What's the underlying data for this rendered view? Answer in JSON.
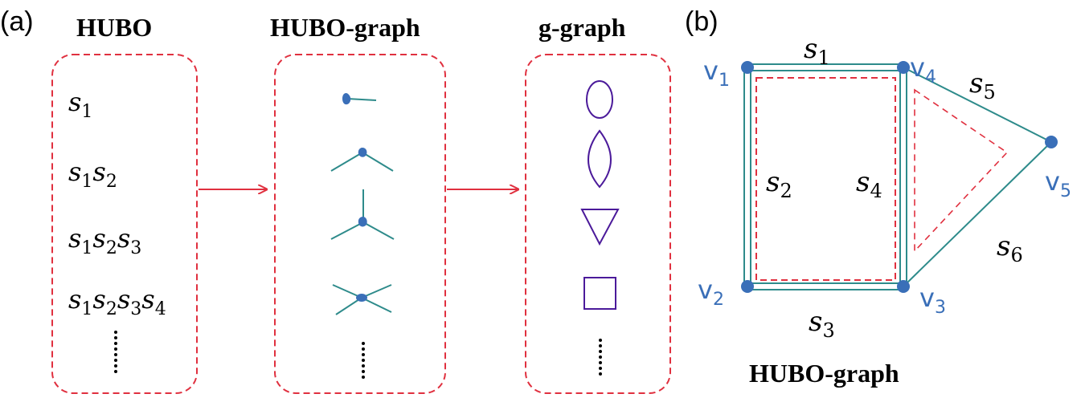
{
  "panel_a": {
    "label": "(a)",
    "columns": [
      {
        "title": "HUBO"
      },
      {
        "title": "HUBO-graph"
      },
      {
        "title": "g-graph"
      }
    ],
    "hubo_terms": [
      [
        {
          "v": "s",
          "s": "1"
        }
      ],
      [
        {
          "v": "s",
          "s": "1"
        },
        {
          "v": "s",
          "s": "2"
        }
      ],
      [
        {
          "v": "s",
          "s": "1"
        },
        {
          "v": "s",
          "s": "2"
        },
        {
          "v": "s",
          "s": "3"
        }
      ],
      [
        {
          "v": "s",
          "s": "1"
        },
        {
          "v": "s",
          "s": "2"
        },
        {
          "v": "s",
          "s": "3"
        },
        {
          "v": "s",
          "s": "4"
        }
      ]
    ],
    "g_graph_shapes": [
      "ellipse",
      "lens",
      "down-triangle",
      "square"
    ]
  },
  "panel_b": {
    "label": "(b)",
    "caption": "HUBO-graph",
    "vertices": [
      {
        "id": "v1",
        "base": "v",
        "sub": "1"
      },
      {
        "id": "v2",
        "base": "v",
        "sub": "2"
      },
      {
        "id": "v3",
        "base": "v",
        "sub": "3"
      },
      {
        "id": "v4",
        "base": "v",
        "sub": "4"
      },
      {
        "id": "v5",
        "base": "v",
        "sub": "5"
      }
    ],
    "edges": [
      {
        "from": "v1",
        "to": "v4",
        "base": "s",
        "sub": "1"
      },
      {
        "from": "v1",
        "to": "v2",
        "base": "s",
        "sub": "2"
      },
      {
        "from": "v2",
        "to": "v3",
        "base": "s",
        "sub": "3"
      },
      {
        "from": "v4",
        "to": "v3",
        "base": "s",
        "sub": "4"
      },
      {
        "from": "v4",
        "to": "v5",
        "base": "s",
        "sub": "5"
      },
      {
        "from": "v3",
        "to": "v5",
        "base": "s",
        "sub": "6"
      }
    ]
  },
  "colors": {
    "edge": "#2e8b8b",
    "node": "#3a6fb8",
    "dashed_box": "#e0303f",
    "arrow": "#e0303f",
    "g_graph_shape": "#4b1a9a"
  }
}
